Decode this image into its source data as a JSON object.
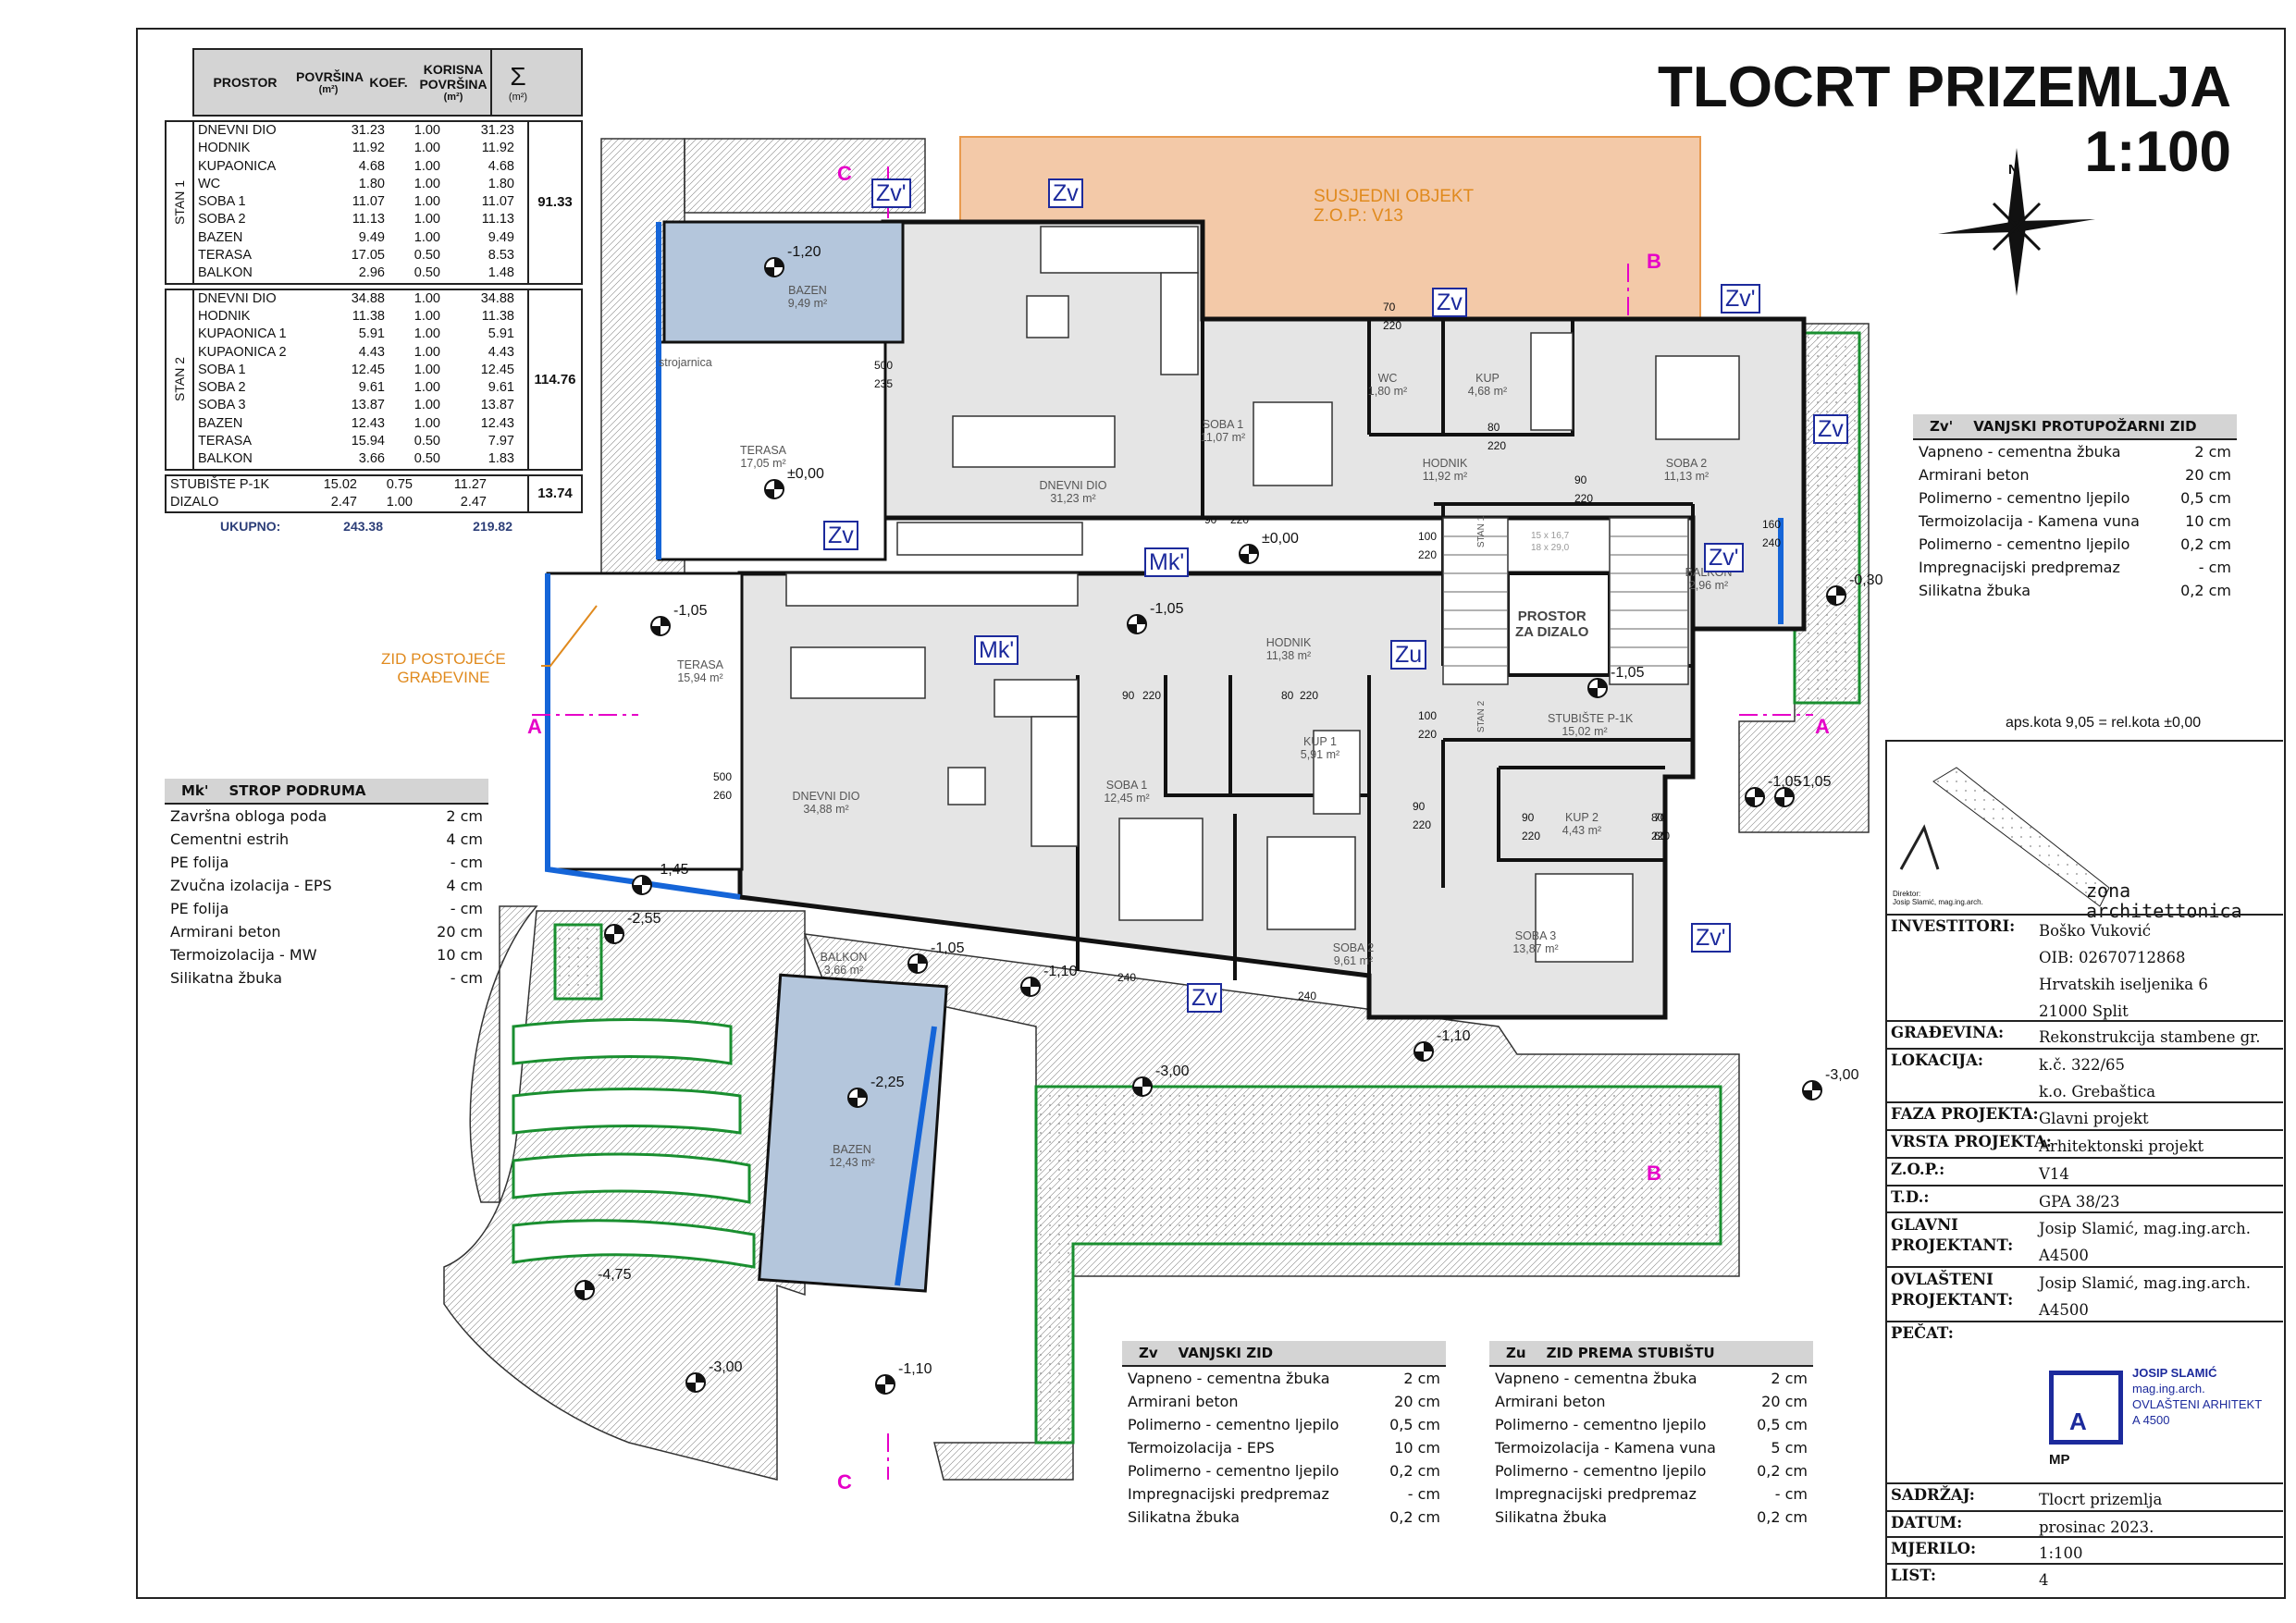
{
  "title": {
    "line1": "TLOCRT PRIZEMLJA",
    "line2": "1:100"
  },
  "area_table": {
    "headers": {
      "prostor": "PROSTOR",
      "povrsina": "POVRŠINA",
      "povrsina_unit": "(m²)",
      "koef": "KOEF.",
      "korisna": "KORISNA",
      "korisna2": "POVRŠINA",
      "korisna_unit": "(m²)",
      "sigma": "Σ",
      "sigma_unit": "(m²)"
    },
    "stan1": {
      "label": "STAN 1",
      "sum": "91.33",
      "rows": [
        [
          "DNEVNI DIO",
          "31.23",
          "1.00",
          "31.23"
        ],
        [
          "HODNIK",
          "11.92",
          "1.00",
          "11.92"
        ],
        [
          "KUPAONICA",
          "4.68",
          "1.00",
          "4.68"
        ],
        [
          "WC",
          "1.80",
          "1.00",
          "1.80"
        ],
        [
          "SOBA 1",
          "11.07",
          "1.00",
          "11.07"
        ],
        [
          "SOBA 2",
          "11.13",
          "1.00",
          "11.13"
        ],
        [
          "BAZEN",
          "9.49",
          "1.00",
          "9.49"
        ],
        [
          "TERASA",
          "17.05",
          "0.50",
          "8.53"
        ],
        [
          "BALKON",
          "2.96",
          "0.50",
          "1.48"
        ]
      ]
    },
    "stan2": {
      "label": "STAN 2",
      "sum": "114.76",
      "rows": [
        [
          "DNEVNI DIO",
          "34.88",
          "1.00",
          "34.88"
        ],
        [
          "HODNIK",
          "11.38",
          "1.00",
          "11.38"
        ],
        [
          "KUPAONICA 1",
          "5.91",
          "1.00",
          "5.91"
        ],
        [
          "KUPAONICA 2",
          "4.43",
          "1.00",
          "4.43"
        ],
        [
          "SOBA 1",
          "12.45",
          "1.00",
          "12.45"
        ],
        [
          "SOBA 2",
          "9.61",
          "1.00",
          "9.61"
        ],
        [
          "SOBA 3",
          "13.87",
          "1.00",
          "13.87"
        ],
        [
          "BAZEN",
          "12.43",
          "1.00",
          "12.43"
        ],
        [
          "TERASA",
          "15.94",
          "0.50",
          "7.97"
        ],
        [
          "BALKON",
          "3.66",
          "0.50",
          "1.83"
        ]
      ]
    },
    "common": {
      "sum": "13.74",
      "rows": [
        [
          "STUBIŠTE P-1K",
          "15.02",
          "0.75",
          "11.27"
        ],
        [
          "DIZALO",
          "2.47",
          "1.00",
          "2.47"
        ]
      ]
    },
    "total": {
      "label": "UKUPNO:",
      "povrsina": "243.38",
      "korisna": "219.82"
    }
  },
  "spec_mk": {
    "code": "Mk'",
    "title": "STROP PODRUMA",
    "rows": [
      [
        "Završna obloga poda",
        "2 cm"
      ],
      [
        "Cementni estrih",
        "4 cm"
      ],
      [
        "PE folija",
        "- cm"
      ],
      [
        "Zvučna izolacija - EPS",
        "4 cm"
      ],
      [
        "PE folija",
        "- cm"
      ],
      [
        "Armirani  beton",
        "20 cm"
      ],
      [
        "Termoizolacija - MW",
        "10 cm"
      ],
      [
        "Silikatna žbuka",
        "- cm"
      ]
    ]
  },
  "spec_zv1": {
    "code": "Zv'",
    "title": "VANJSKI PROTUPOŽARNI ZID",
    "rows": [
      [
        "Vapneno - cementna žbuka",
        "2 cm"
      ],
      [
        "Armirani beton",
        "20 cm"
      ],
      [
        "Polimerno - cementno ljepilo",
        "0,5 cm"
      ],
      [
        "Termoizolacija - Kamena vuna",
        "10 cm"
      ],
      [
        "Polimerno - cementno ljepilo",
        "0,2 cm"
      ],
      [
        "Impregnacijski predpremaz",
        "- cm"
      ],
      [
        "Silikatna žbuka",
        "0,2 cm"
      ]
    ]
  },
  "spec_zv": {
    "code": "Zv",
    "title": "VANJSKI ZID",
    "rows": [
      [
        "Vapneno - cementna žbuka",
        "2 cm"
      ],
      [
        "Armirani beton",
        "20 cm"
      ],
      [
        "Polimerno - cementno ljepilo",
        "0,5 cm"
      ],
      [
        "Termoizolacija - EPS",
        "10 cm"
      ],
      [
        "Polimerno - cementno ljepilo",
        "0,2 cm"
      ],
      [
        "Impregnacijski predpremaz",
        "- cm"
      ],
      [
        "Silikatna žbuka",
        "0,2 cm"
      ]
    ]
  },
  "spec_zu": {
    "code": "Zu",
    "title": "ZID PREMA STUBIŠTU",
    "rows": [
      [
        "Vapneno - cementna žbuka",
        "2 cm"
      ],
      [
        "Armirani beton",
        "20 cm"
      ],
      [
        "Polimerno - cementno ljepilo",
        "0,5 cm"
      ],
      [
        "Termoizolacija - Kamena vuna",
        "5 cm"
      ],
      [
        "Polimerno - cementno ljepilo",
        "0,2 cm"
      ],
      [
        "Impregnacijski predpremaz",
        "- cm"
      ],
      [
        "Silikatna žbuka",
        "0,2 cm"
      ]
    ]
  },
  "aps_kota": "aps.kota 9,05 = rel.kota ±0,00",
  "title_block": {
    "firm": "zona architettonica",
    "firm_sub1": "Direktor:",
    "firm_sub2": "Josip Slamić, mag.ing.arch.",
    "investitori_k": "INVESTITORI:",
    "investitori": [
      "Boško Vuković",
      "OIB: 02670712868",
      "Hrvatskih iseljenika 6",
      "21000 Split"
    ],
    "gradevina_k": "GRAĐEVINA:",
    "gradevina": "Rekonstrukcija stambene gr.",
    "lokacija_k": "LOKACIJA:",
    "lokacija": [
      "k.č. 322/65",
      "k.o. Grebaštica"
    ],
    "faza_k": "FAZA PROJEKTA:",
    "faza": "Glavni projekt",
    "vrsta_k": "VRSTA PROJEKTA:",
    "vrsta": "Arhitektonski projekt",
    "zop_k": "Z.O.P.:",
    "zop": "V14",
    "td_k": "T.D.:",
    "td": "GPA 38/23",
    "glavni_k": [
      "GLAVNI",
      "PROJEKTANT:"
    ],
    "glavni": [
      "Josip Slamić, mag.ing.arch.",
      "A4500"
    ],
    "ovlasteni_k": [
      "OVLAŠTENI",
      "PROJEKTANT:"
    ],
    "ovlasteni": [
      "Josip Slamić, mag.ing.arch.",
      "A4500"
    ],
    "pecat_k": "PEČAT:",
    "stamp_lines": [
      "JOSIP SLAMIĆ",
      "mag.ing.arch.",
      "OVLAŠTENI ARHITEKT",
      "A 4500"
    ],
    "mp": "MP",
    "sadrzaj_k": "SADRŽAJ:",
    "sadrzaj": "Tlocrt prizemlja",
    "datum_k": "DATUM:",
    "datum": "prosinac 2023.",
    "mjerilo_k": "MJERILO:",
    "mjerilo": "1:100",
    "list_k": "LIST:",
    "list": "4"
  },
  "plan": {
    "susjedni1": "SUSJEDNI OBJEKT",
    "susjedni2": "Z.O.P.: V13",
    "zid_post1": "ZID POSTOJEĆE",
    "zid_post2": "GRAĐEVINE",
    "prostor_dizalo1": "PROSTOR",
    "prostor_dizalo2": "ZA DIZALO",
    "strojarnica": "strojarnica",
    "stan1_label": "STAN 1",
    "stan2_label": "STAN 2",
    "rooms": [
      {
        "n": "BAZEN",
        "a": "9,49 m²"
      },
      {
        "n": "TERASA",
        "a": "17,05 m²"
      },
      {
        "n": "DNEVNI DIO",
        "a": "31,23 m²"
      },
      {
        "n": "SOBA 1",
        "a": "11,07 m²"
      },
      {
        "n": "WC",
        "a": "1,80 m²"
      },
      {
        "n": "KUP",
        "a": "4,68 m²"
      },
      {
        "n": "HODNIK",
        "a": "11,92 m²"
      },
      {
        "n": "SOBA 2",
        "a": "11,13 m²"
      },
      {
        "n": "BALKON",
        "a": "2,96 m²"
      },
      {
        "n": "TERASA",
        "a": "15,94 m²"
      },
      {
        "n": "DNEVNI DIO",
        "a": "34,88 m²"
      },
      {
        "n": "HODNIK",
        "a": "11,38 m²"
      },
      {
        "n": "KUP 1",
        "a": "5,91 m²"
      },
      {
        "n": "SOBA 1",
        "a": "12,45 m²"
      },
      {
        "n": "STUBIŠTE P-1K",
        "a": "15,02 m²"
      },
      {
        "n": "KUP 2",
        "a": "4,43 m²"
      },
      {
        "n": "SOBA 2",
        "a": "9,61 m²"
      },
      {
        "n": "SOBA 3",
        "a": "13,87 m²"
      },
      {
        "n": "BALKON",
        "a": "3,66 m²"
      },
      {
        "n": "BAZEN",
        "a": "12,43 m²"
      }
    ],
    "levels": [
      "-1,20",
      "±0,00",
      "±0,00",
      "-1,05",
      "-1,05",
      "-1,05",
      "-1,05",
      "-1,45",
      "-2,55",
      "-1,05",
      "-1,10",
      "-2,25",
      "-1,10",
      "-3,00",
      "-3,00",
      "-0,30",
      "-1,05",
      "-4,75",
      "-3,00",
      "-1,10"
    ],
    "doors": [
      "500",
      "235",
      "90",
      "220",
      "70",
      "220",
      "80",
      "220",
      "90",
      "220",
      "100",
      "220",
      "100",
      "220",
      "90",
      "220",
      "80",
      "220",
      "500",
      "260",
      "90",
      "220",
      "90",
      "220",
      "80",
      "220",
      "70",
      "60",
      "160",
      "240",
      "240",
      "240"
    ],
    "tags": [
      "Zv'",
      "Zv",
      "Zv",
      "Zv'",
      "Zv",
      "Zv",
      "Mk'",
      "Mk'",
      "Zu",
      "Zv'",
      "Zv",
      "Zv'"
    ],
    "cuts": [
      "C",
      "B",
      "A",
      "A",
      "B",
      "C"
    ],
    "stair_label1": "STAN 1",
    "stair_label2": "STAN 2",
    "stair_dim1": "15 x 16,7",
    "stair_dim2": "18 x 29,0",
    "north": "N"
  },
  "colors": {
    "pool": "#b4c6dc",
    "neighbor": "#f3c9a8",
    "neighbor_stroke": "#e89a4e",
    "grass": "#1a8f30",
    "cut": "#e600c8",
    "tag": "#1c2a9c",
    "orange": "#e08a1e",
    "blue_wall": "#1565d8"
  }
}
